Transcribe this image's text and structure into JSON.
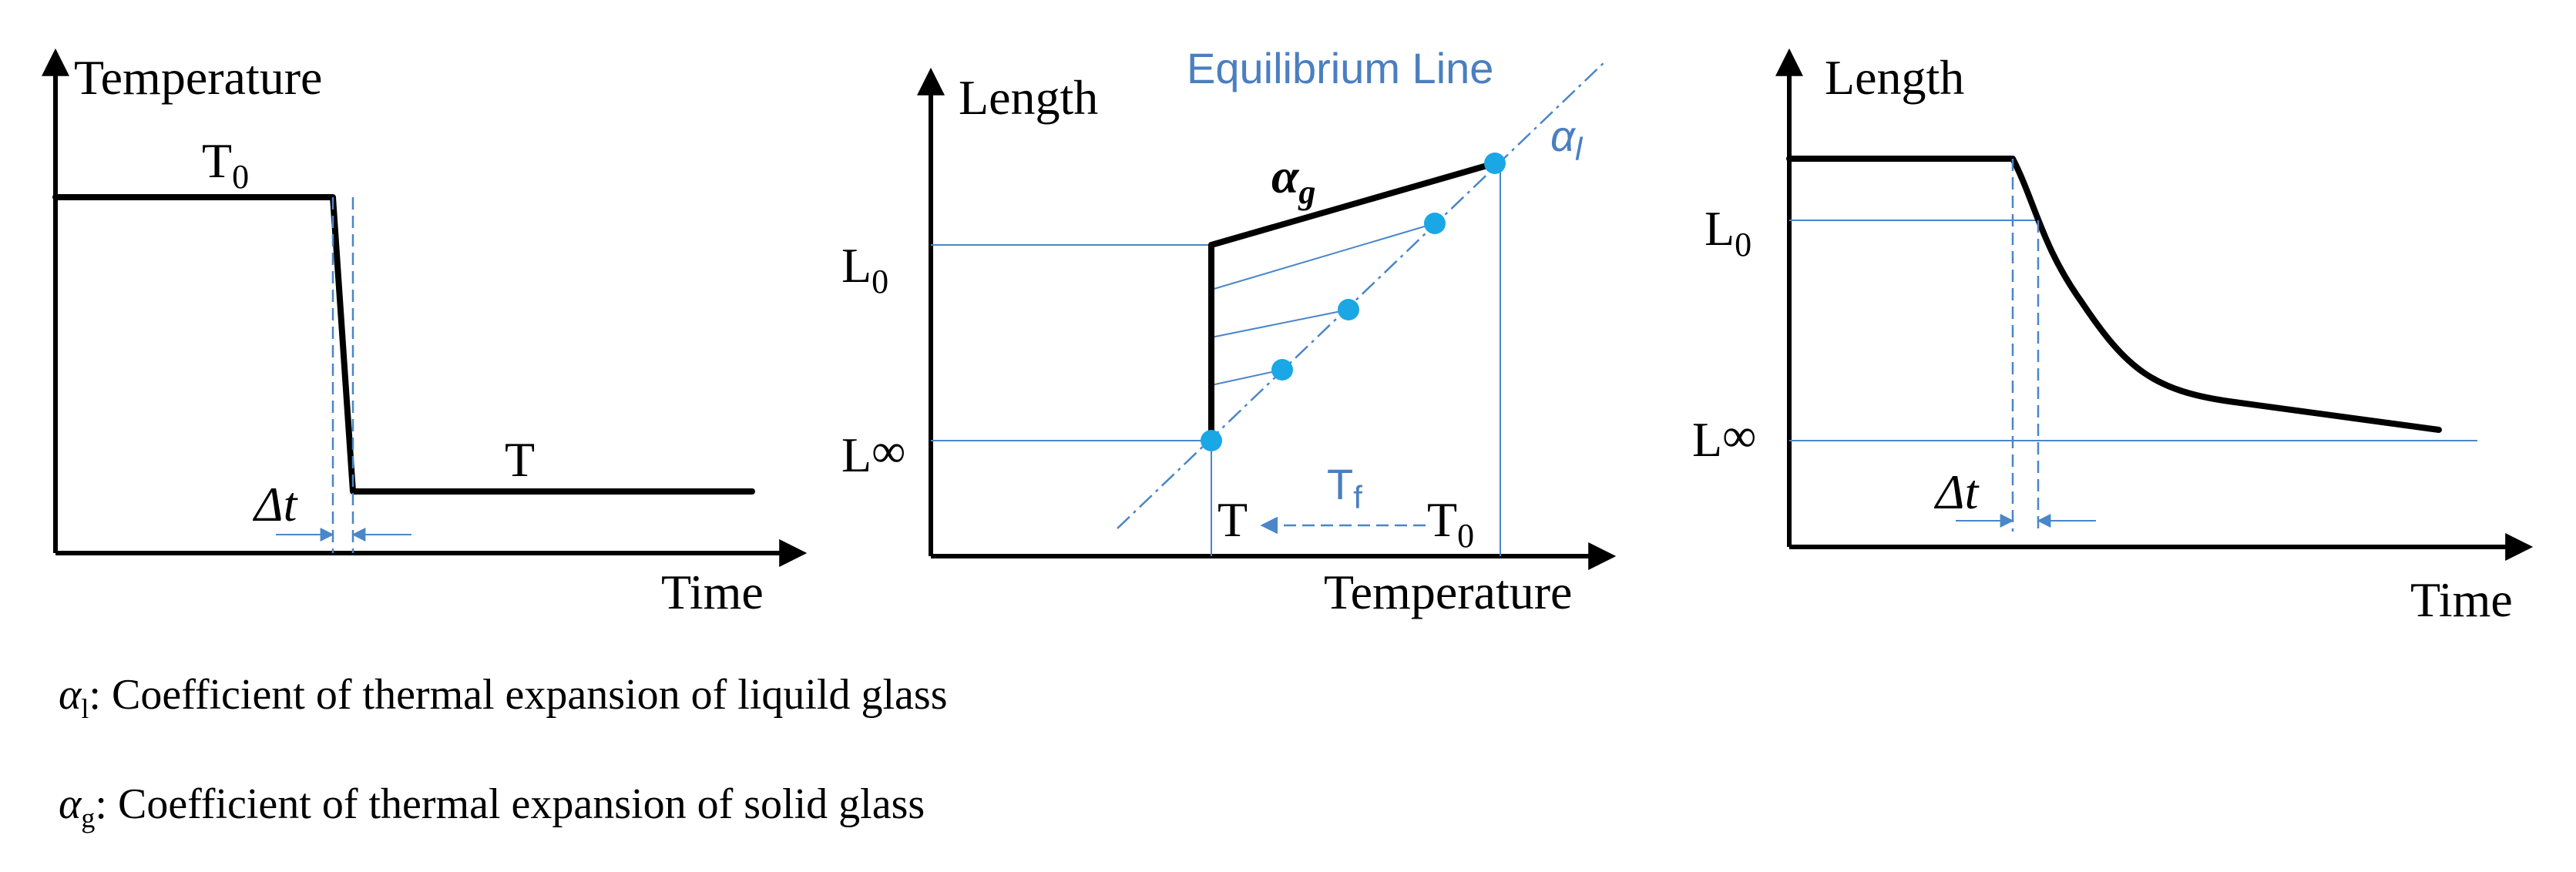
{
  "panel1": {
    "y_label": "Temperature",
    "x_label": "Time",
    "t0_label": "T",
    "t0_sub": "0",
    "t_label": "T",
    "dt_label": "Δt"
  },
  "panel2": {
    "y_label": "Length",
    "x_label": "Temperature",
    "line_label": "Equilibrium Line",
    "alpha_g": "α",
    "alpha_g_sub": "g",
    "alpha_l": "α",
    "alpha_l_sub": "l",
    "l0_label": "L",
    "l0_sub": "0",
    "linf_label": "L",
    "linf_sub": "∞",
    "t_label": "T",
    "t0_label": "T",
    "t0_sub": "0",
    "tf_label": "T",
    "tf_sub": "f"
  },
  "panel3": {
    "y_label": "Length",
    "x_label": "Time",
    "l0_label": "L",
    "l0_sub": "0",
    "linf_label": "L",
    "linf_sub": "∞",
    "dt_label": "Δt"
  },
  "legend": {
    "alpha_l_symbol": "α",
    "alpha_l_sub": "l",
    "alpha_l_text": ": Coefficient of thermal expansion of liquild glass",
    "alpha_g_symbol": "α",
    "alpha_g_sub": "g",
    "alpha_g_text": ": Coefficient of thermal expansion of solid glass"
  },
  "colors": {
    "accent_blue": "#4a86c8",
    "dot_cyan": "#1aa7e6",
    "curve": "#000000"
  }
}
